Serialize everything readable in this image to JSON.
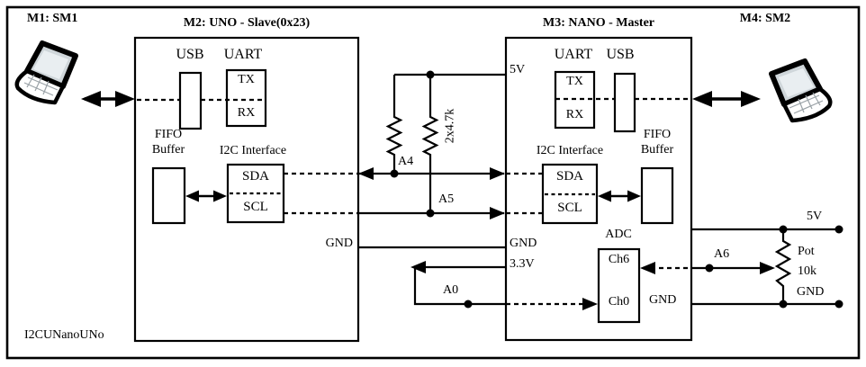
{
  "caption": "I2CUNanoUNo",
  "modules": {
    "m1": {
      "title": "M1: SM1"
    },
    "m2": {
      "title": "M2: UNO - Slave(0x23)",
      "usb_label": "USB",
      "uart_label": "UART",
      "tx": "TX",
      "rx": "RX",
      "fifo_label_line1": "FIFO",
      "fifo_label_line2": "Buffer",
      "i2c_label": "I2C Interface",
      "sda": "SDA",
      "scl": "SCL",
      "gnd": "GND"
    },
    "m3": {
      "title": "M3: NANO - Master",
      "uart_label": "UART",
      "usb_label": "USB",
      "tx": "TX",
      "rx": "RX",
      "v5": "5V",
      "i2c_label": "I2C Interface",
      "sda": "SDA",
      "scl": "SCL",
      "fifo_label_line1": "FIFO",
      "fifo_label_line2": "Buffer",
      "gnd_bus": "GND",
      "v33": "3.3V",
      "adc_label": "ADC",
      "ch6": "Ch6",
      "ch0": "Ch0",
      "gnd_right": "GND"
    },
    "m4": {
      "title": "M4: SM2"
    }
  },
  "nets": {
    "a4": "A4",
    "a5": "A5",
    "pullup_value": "2x4.7k",
    "a0": "A0",
    "a6": "A6",
    "pot_5v": "5V",
    "pot_label": "Pot",
    "pot_value": "10k",
    "pot_gnd": "GND"
  },
  "colors": {
    "line": "#000000",
    "laptop_screen": "#dfe5e9",
    "background": "#ffffff"
  }
}
